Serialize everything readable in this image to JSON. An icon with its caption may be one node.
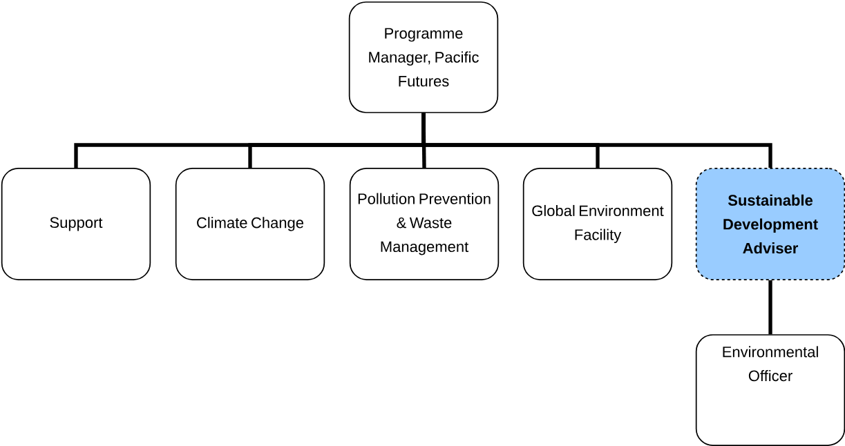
{
  "diagram": {
    "nodes": [
      {
        "text": [
          "Programme Manager, Pacific Futures"
        ]
      },
      {
        "text": [
          "Support"
        ]
      },
      {
        "text": [
          "Climate Change"
        ]
      },
      {
        "text": [
          "Pollution Prevention & Waste Management"
        ]
      },
      {
        "text": [
          "Global Environment Facility"
        ]
      },
      {
        "text": [
          "Sustainable Development Adviser"
        ]
      },
      {
        "text": [
          "Environmental Officer"
        ]
      }
    ],
    "edges": [
      {
        "from": 0,
        "to": 1,
        "arrow": "none"
      },
      {
        "from": 0,
        "to": 2,
        "arrow": "none"
      },
      {
        "from": 0,
        "to": 3,
        "arrow": "none"
      },
      {
        "from": 0,
        "to": 4,
        "arrow": "none"
      },
      {
        "from": 0,
        "to": 5,
        "arrow": "none"
      },
      {
        "from": 5,
        "to": 6,
        "arrow": "none"
      }
    ]
  }
}
